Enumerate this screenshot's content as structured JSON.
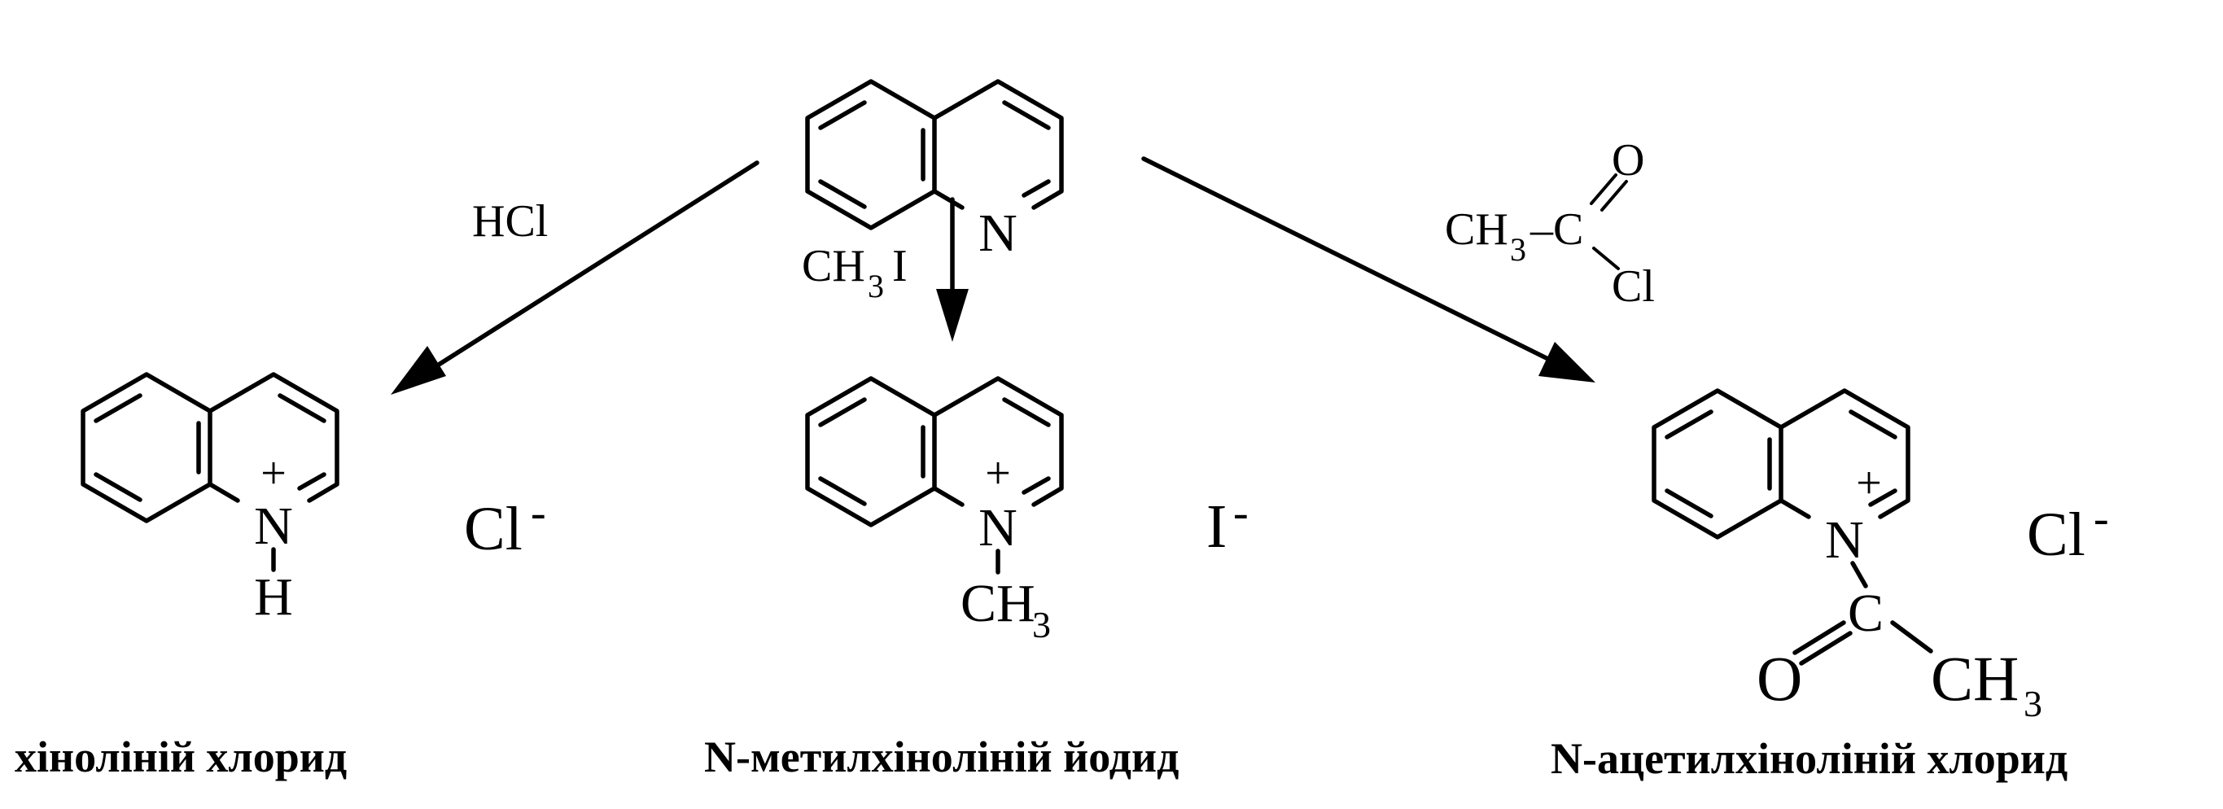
{
  "reactant": {
    "n_label": "N"
  },
  "reagents": {
    "hcl": "HCl",
    "ch3i_ch": "CH",
    "ch3i_sub": "3",
    "ch3i_i": "I",
    "acyl_ch": "CH",
    "acyl_sub": "3",
    "acyl_dash": "–C",
    "acyl_o": "O",
    "acyl_cl": "Cl"
  },
  "products": [
    {
      "n_label": "N",
      "charge": "+",
      "substituent": "H",
      "counter_ion": "Cl",
      "counter_charge": "-",
      "caption": "хінолінiй хлорид"
    },
    {
      "n_label": "N",
      "charge": "+",
      "substituent_ch": "CH",
      "substituent_sub": "3",
      "counter_ion": "I",
      "counter_charge": "-",
      "caption": "N-метилхінолінiй йодид"
    },
    {
      "n_label": "N",
      "charge": "+",
      "acyl_c": "C",
      "acyl_o": "O",
      "acyl_ch": "CH",
      "acyl_sub": "3",
      "counter_ion": "Cl",
      "counter_charge": "-",
      "caption": "N-ацетилхінолінiй хлорид"
    }
  ]
}
